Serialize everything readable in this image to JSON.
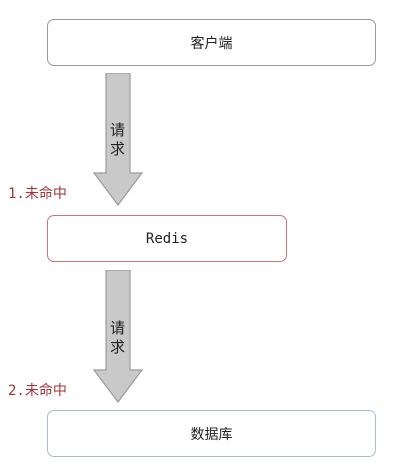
{
  "nodes": {
    "client": "客户端",
    "redis": "Redis",
    "database": "数据库"
  },
  "arrows": [
    {
      "label": "请求",
      "note": "1.未命中"
    },
    {
      "label": "请求",
      "note": "2.未命中"
    }
  ],
  "colors": {
    "arrow_fill": "#c9c9c9",
    "arrow_stroke": "#9a9a9a",
    "redis_border": "#c9747c",
    "db_border": "#a9bdd7",
    "miss_text": "#a6323a"
  }
}
